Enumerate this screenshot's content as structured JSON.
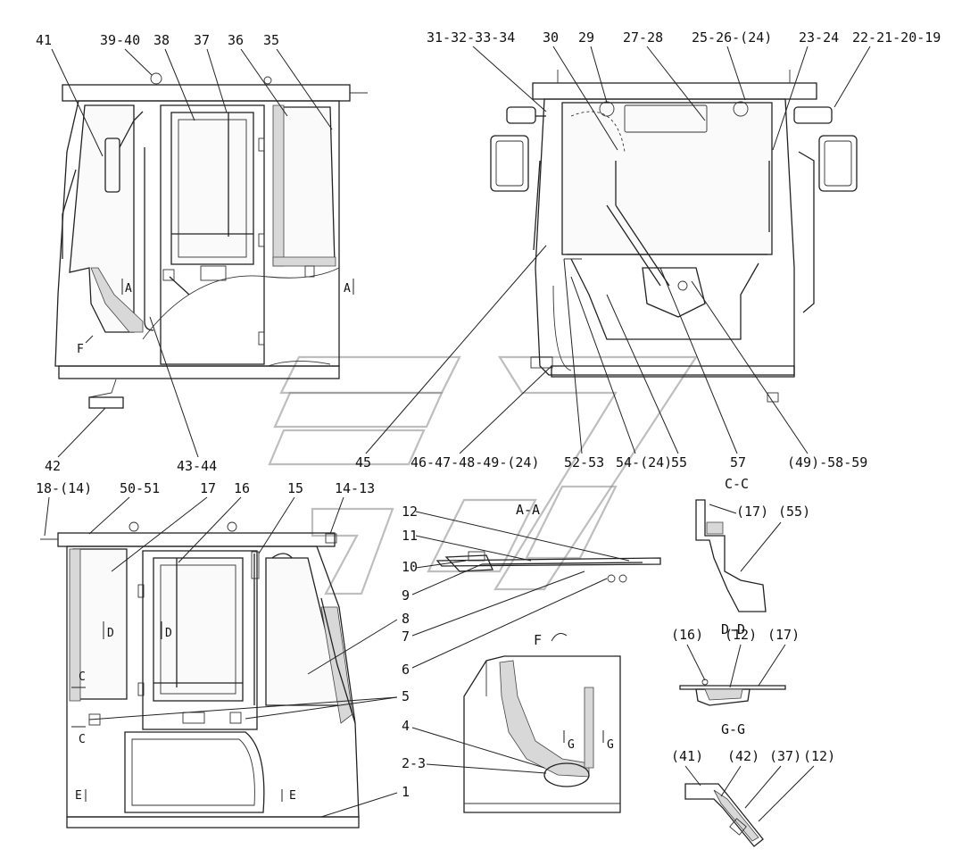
{
  "labels": {
    "top_left_view": [
      "41",
      "39-40",
      "38",
      "37",
      "36",
      "35",
      "42",
      "43-44"
    ],
    "top_right_view": [
      "31-32-33-34",
      "30",
      "29",
      "27-28",
      "25-26-(24)",
      "23-24",
      "22-21-20-19",
      "45",
      "46-47-48-49-(24)",
      "52-53",
      "54-(24)",
      "55",
      "57",
      "(49)-58-59"
    ],
    "bottom_left_view": [
      "18-(14)",
      "50-51",
      "17",
      "16",
      "15",
      "14-13",
      "8",
      "5",
      "1"
    ],
    "section_aa": [
      "12",
      "11",
      "10",
      "9",
      "7",
      "6"
    ],
    "detail_f": [
      "4",
      "2-3"
    ],
    "section_dd": [
      "(16)",
      "(12)",
      "(17)"
    ],
    "section_gg": [
      "(41)",
      "(42)",
      "(37)",
      "(12)"
    ],
    "section_cc": [
      "(17)",
      "(55)"
    ]
  },
  "section_titles": {
    "aa": "A-A",
    "cc": "C-C",
    "dd": "D-D",
    "gg": "G-G",
    "f": "F"
  },
  "view_markers": {
    "a_left": "A",
    "a_right": "A",
    "f": "F",
    "d_left": "D",
    "d_right": "D",
    "c_top": "C",
    "c_bottom": "C",
    "e_left": "E",
    "e_right": "E",
    "g_left": "G",
    "g_right": "G"
  }
}
